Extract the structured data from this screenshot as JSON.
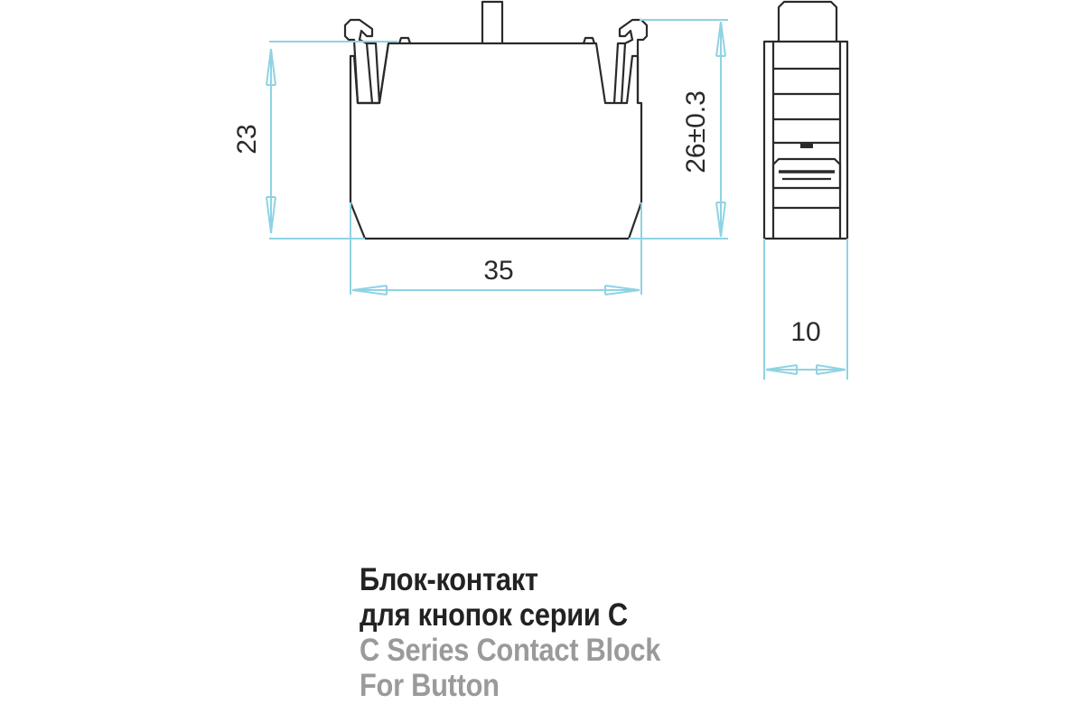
{
  "dimensions": {
    "height": "23",
    "width": "35",
    "total_height": "26±0.3",
    "depth": "10"
  },
  "caption": {
    "ru_line1": "Блок-контакт",
    "ru_line2": "для кнопок серии С",
    "en_line1": "C Series Contact Block",
    "en_line2": "For Button"
  },
  "colors": {
    "dimension_line": "#8fd3e4",
    "outline": "#2a2a2a",
    "text_dark": "#222222",
    "text_gray": "#9a9a9a"
  }
}
